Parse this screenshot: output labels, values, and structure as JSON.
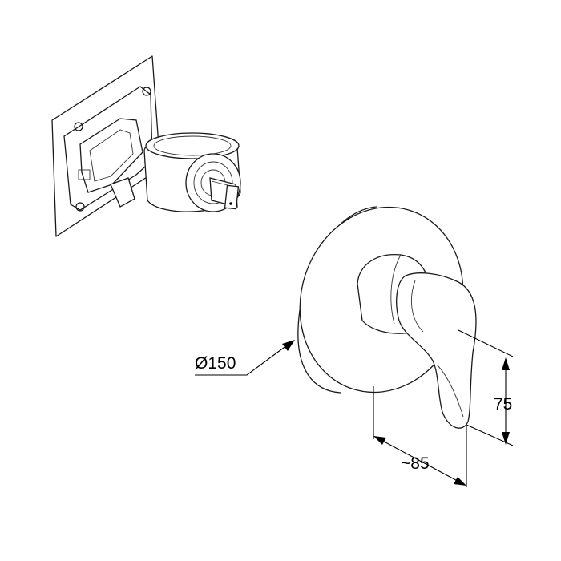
{
  "dimensions": {
    "diameter_label": "Ø150",
    "height_label": "75",
    "depth_label": "~85"
  }
}
